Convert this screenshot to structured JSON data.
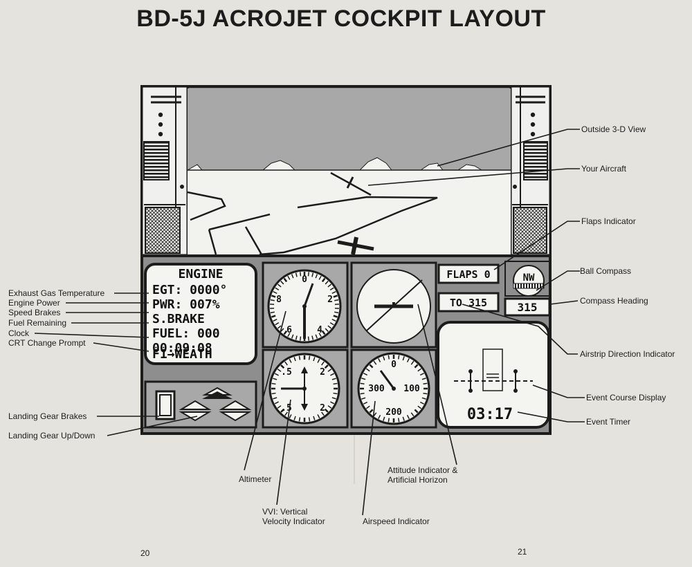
{
  "title": "BD-5J ACROJET COCKPIT LAYOUT",
  "page_numbers": {
    "left": "20",
    "right": "21"
  },
  "engine_panel": {
    "heading": "ENGINE",
    "lines": [
      "EGT: 0000°",
      "PWR: 007%",
      "S.BRAKE",
      "FUEL: 000",
      "00:09:08",
      "F1→WEATH"
    ]
  },
  "flaps_display": "FLAPS 0",
  "airstrip_display": "TO  315",
  "compass": {
    "direction": "NW",
    "heading": "315"
  },
  "event_timer": "03:17",
  "altimeter_ticks": [
    "0",
    "2",
    "4",
    "6",
    "8"
  ],
  "vvi_ticks": [
    ".5",
    "2",
    ".5",
    "2"
  ],
  "airspeed_ticks": [
    "0",
    "300",
    "100",
    "200"
  ],
  "callouts": {
    "outside_view": "Outside 3-D View",
    "your_aircraft": "Your Aircraft",
    "flaps_indicator": "Flaps Indicator",
    "ball_compass": "Ball Compass",
    "compass_heading": "Compass Heading",
    "airstrip_direction": "Airstrip Direction Indicator",
    "event_course": "Event Course Display",
    "event_timer": "Event Timer",
    "egt": "Exhaust Gas Temperature",
    "engine_power": "Engine Power",
    "speed_brakes": "Speed Brakes",
    "fuel_remaining": "Fuel Remaining",
    "clock": "Clock",
    "crt_prompt": "CRT Change Prompt",
    "gear_brakes": "Landing Gear Brakes",
    "gear_updown": "Landing Gear Up/Down",
    "altimeter": "Altimeter",
    "vvi_line1": "VVI: Vertical",
    "vvi_line2": "Velocity Indicator",
    "airspeed": "Airspeed Indicator",
    "attitude_line1": "Attitude Indicator &",
    "attitude_line2": "Artificial Horizon"
  },
  "colors": {
    "paper": "#e4e3de",
    "ink": "#1c1c1c",
    "panel_gray": "#8e8e8e",
    "sky_gray": "#a8a8a8",
    "ground": "#f2f2ee",
    "screen": "#f4f4f0"
  }
}
